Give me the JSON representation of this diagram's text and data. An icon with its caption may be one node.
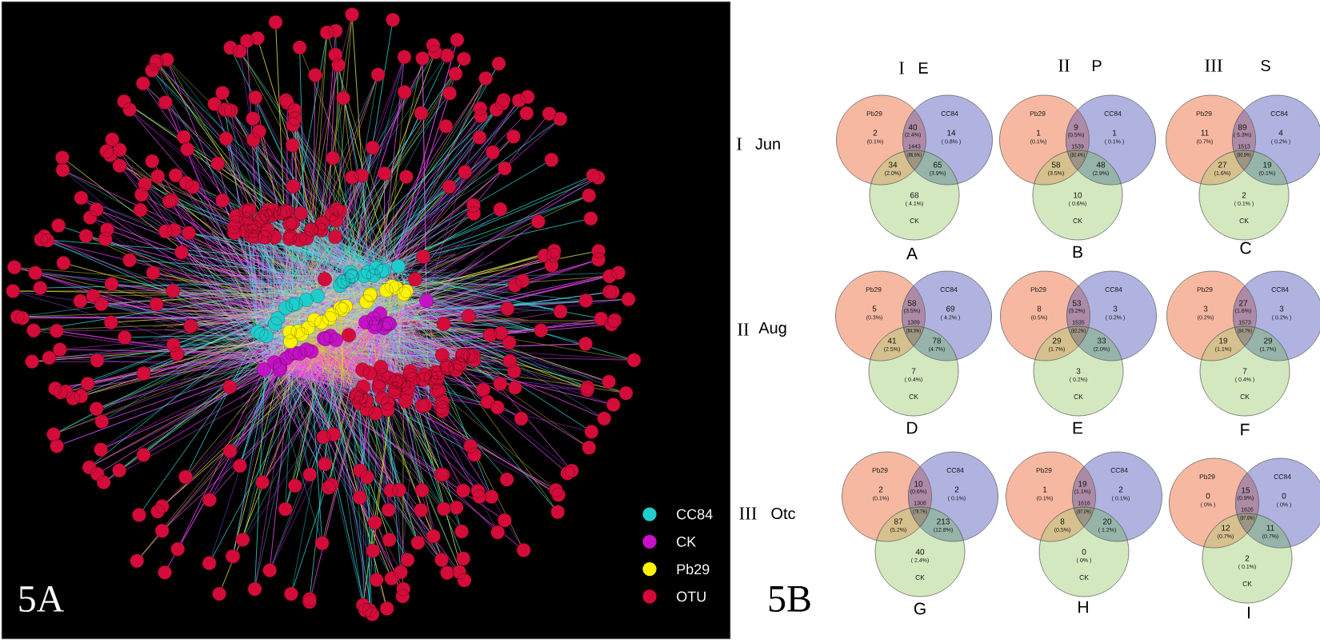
{
  "diagram": {
    "nodes": [
      {
        "text": [
          "Pb29",
          "2",
          "(0.1%)"
        ]
      },
      {
        "text": [
          "CC84",
          "14",
          "( 0.8% )"
        ]
      },
      {
        "text": [
          "68",
          "( 4.1%)",
          "CK"
        ]
      },
      {
        "text": [
          "Pb29",
          "1",
          "(0.1%)"
        ]
      },
      {
        "text": [
          "CC84",
          "1",
          "( 0.1% )"
        ]
      },
      {
        "text": [
          "10",
          "( 0.6%)",
          "CK"
        ]
      },
      {
        "text": [
          "Pb29",
          "11",
          "(0.7%)"
        ]
      },
      {
        "text": [
          "CC84",
          "4",
          "( 0.2% )"
        ]
      },
      {
        "text": [
          "2",
          "( 0.1% )",
          "CK"
        ]
      },
      {
        "text": [
          "Pb29",
          "5",
          "(0.3%)"
        ]
      },
      {
        "text": [
          "CC84",
          "69",
          "( 4.2% )"
        ]
      },
      {
        "text": [
          "7",
          "( 0.4%)",
          "CK"
        ]
      },
      {
        "text": [
          "Pb29",
          "8",
          "(0.5%)"
        ]
      },
      {
        "text": [
          "CC84",
          "3",
          "( 0.2% )"
        ]
      },
      {
        "text": [
          "3",
          "( 0.2%)",
          "CK"
        ]
      },
      {
        "text": [
          "Pb29",
          "3",
          "(0.2%)"
        ]
      },
      {
        "text": [
          "CC84",
          "3",
          "( 0.2% )"
        ]
      },
      {
        "text": [
          "7",
          "( 0.4% )",
          "CK"
        ]
      },
      {
        "text": [
          "Pb29",
          "2",
          "(0.1%)"
        ]
      },
      {
        "text": [
          "CC84",
          "2",
          "( 0.1%)"
        ]
      },
      {
        "text": [
          "40",
          "( 2.4%)",
          "CK"
        ]
      },
      {
        "text": [
          "Pb29",
          "1",
          "(0.1%)"
        ]
      },
      {
        "text": [
          "CC84",
          "2",
          "( 0.1%)"
        ]
      },
      {
        "text": [
          "0",
          "( 0% )",
          "CK"
        ]
      },
      {
        "text": [
          "Pb29",
          "0",
          "( 0% )"
        ]
      },
      {
        "text": [
          "CC84",
          "0",
          "( 0% )"
        ]
      },
      {
        "text": [
          "2",
          "( 0.1%)",
          "CK"
        ]
      }
    ],
    "labels": [
      "5A",
      "I",
      "E",
      "II",
      "P",
      "III",
      "S",
      "I",
      "Jun",
      "40",
      "(2.4%)",
      "1443",
      "(86.6%)",
      "34",
      "(2.0%)",
      "65",
      "(3.9%)",
      "9",
      "(0.5%)",
      "1539",
      "(92.4%)",
      "58",
      "(3.5%)",
      "48",
      "(2.9%)",
      "89",
      "( 5.3%)",
      "1513",
      "(90.9%)",
      "27",
      "(1.6%)",
      "19",
      "(0.1%)",
      "A",
      "B",
      "C",
      "II",
      "Aug",
      "58",
      "(3.5%)",
      "1389",
      "(84.3%)",
      "41",
      "(2.5%)",
      "78",
      "(4.7%)",
      "53",
      "(3.2%)",
      "1535",
      "(92.2%)",
      "29",
      "(1.7%)",
      "33",
      "(2.0%)",
      "27",
      "(1.6%)",
      "1573",
      "(94.7%)",
      "19",
      "(1.1%)",
      "29",
      "(1.7%)",
      "D",
      "E",
      "F",
      "III",
      "Otc",
      "5B",
      "10",
      "(0.6%)",
      "1308",
      "(78.7%)",
      "87",
      "(5.2%)",
      "213",
      "(12.8%)",
      "19",
      "(1.1%)",
      "1616",
      "(97.0%)",
      "8",
      "(0.5%)",
      "20",
      "( 1.2%)",
      "15",
      "(0.9%)",
      "1626",
      "(97.6%)",
      "12",
      "(0.7%)",
      "11",
      "(0.7%)",
      "G",
      "H",
      "I"
    ],
    "legend": [
      {
        "text": "CC84",
        "color": "#20cece"
      },
      {
        "text": "CK",
        "color": "#c810c8"
      },
      {
        "text": "Pb29",
        "color": "#fff500"
      },
      {
        "text": "OTU",
        "color": "#d40a37"
      }
    ]
  }
}
